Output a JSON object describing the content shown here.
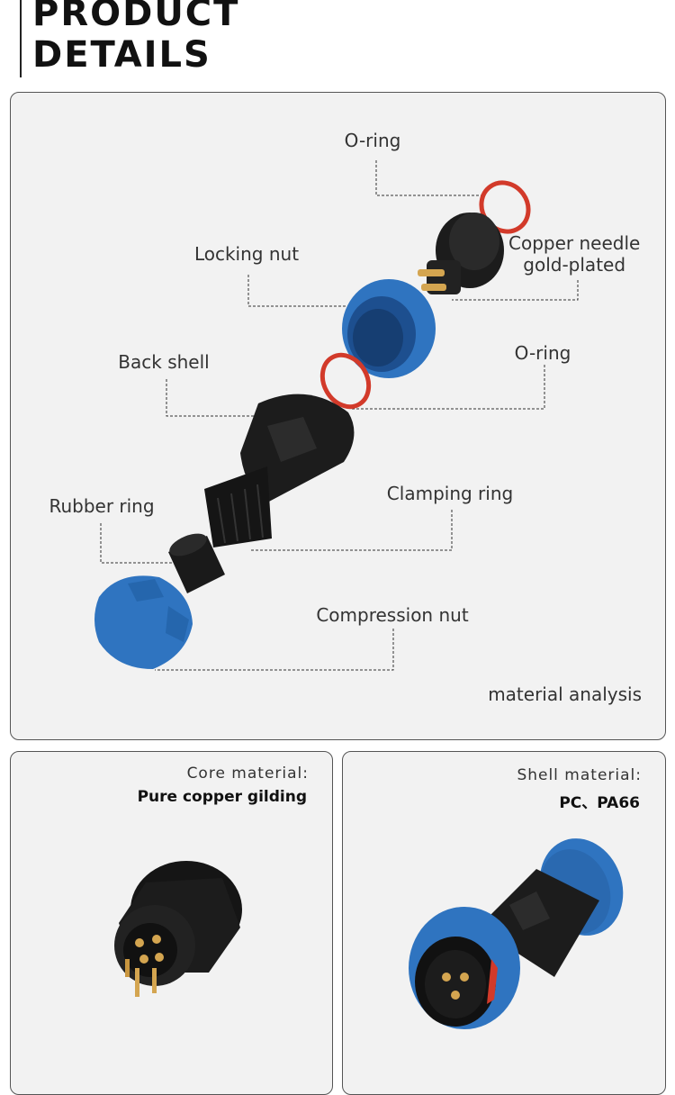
{
  "header": {
    "title_line1": "PRODUCT",
    "title_line2": "DETAILS"
  },
  "diagram": {
    "labels": {
      "oring_top": "O-ring",
      "copper_needle_line1": "Copper needle",
      "copper_needle_line2": "gold-plated",
      "locking_nut": "Locking nut",
      "back_shell": "Back shell",
      "oring_mid": "O-ring",
      "clamping_ring": "Clamping ring",
      "rubber_ring": "Rubber ring",
      "compression_nut": "Compression nut"
    },
    "caption": "material analysis"
  },
  "core_panel": {
    "label": "Core material:",
    "value": "Pure copper gilding"
  },
  "shell_panel": {
    "label": "Shell material:",
    "value": "PC、PA66"
  },
  "colors": {
    "connector_blue": "#2f74c0",
    "connector_black": "#1c1c1c",
    "oring_red": "#d23a2a",
    "gold_pin": "#d4a550",
    "panel_bg": "#f2f2f2"
  }
}
